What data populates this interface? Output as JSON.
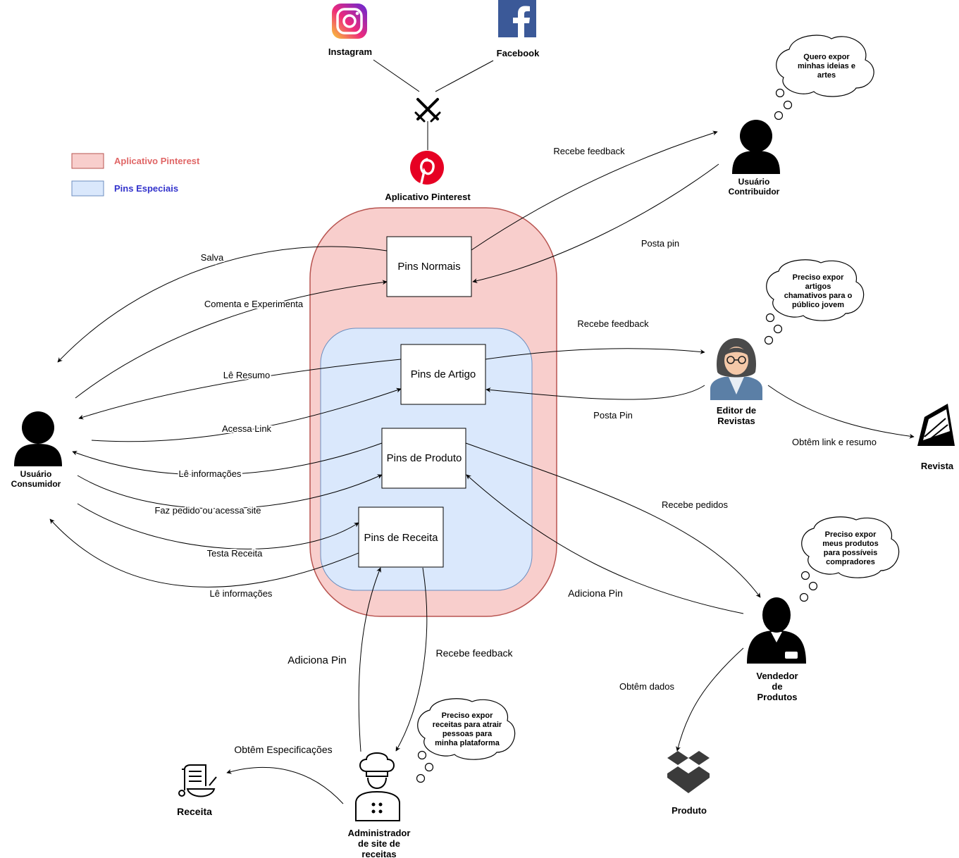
{
  "legend": {
    "app": "Aplicativo Pinterest",
    "special": "Pins Especiais",
    "app_color": "#f8cecc",
    "app_border": "#b85450",
    "app_text_color": "#e06666",
    "special_color": "#dae8fc",
    "special_border": "#6c8ebf",
    "special_text_color": "#3333cc"
  },
  "nodes": {
    "instagram": "Instagram",
    "facebook": "Facebook",
    "app": "Aplicativo Pinterest",
    "contribuidor": [
      "Usuário",
      "Contribuidor"
    ],
    "consumidor": [
      "Usuário",
      "Consumidor"
    ],
    "editor": [
      "Editor de",
      "Revistas"
    ],
    "revista": "Revista",
    "vendedor": [
      "Vendedor",
      "de",
      "Produtos"
    ],
    "produto": "Produto",
    "administrador": [
      "Administrador",
      "de site de",
      "receitas"
    ],
    "receita": "Receita"
  },
  "boxes": {
    "normais": "Pins Normais",
    "artigo": "Pins de Artigo",
    "produto": "Pins de Produto",
    "receita": "Pins de Receita"
  },
  "thoughts": {
    "contribuidor": [
      "Quero expor",
      "minhas ideias e",
      "artes"
    ],
    "editor": [
      "Preciso expor",
      "artigos",
      "chamativos para o",
      "público jovem"
    ],
    "vendedor": [
      "Preciso expor",
      "meus produtos",
      "para possíveis",
      "compradores"
    ],
    "administrador": [
      "Preciso expor",
      "receitas para atrair",
      "pessoas para",
      "minha plataforma"
    ]
  },
  "edge_labels": {
    "recebe_feedback_contrib": "Recebe feedback",
    "posta_pin_contrib": "Posta pin",
    "salva": "Salva",
    "comenta": "Comenta e Experimenta",
    "recebe_feedback_editor": "Recebe feedback",
    "posta_pin_editor": "Posta Pin",
    "obtem_link": "Obtêm link e resumo",
    "le_resumo": "Lê Resumo",
    "acessa_link": "Acessa Link",
    "le_info_produto": "Lê informações",
    "faz_pedido": "Faz pedido ou acessa site",
    "testa_receita": "Testa Receita",
    "le_info_receita": "Lê informações",
    "recebe_pedidos": "Recebe pedidos",
    "adiciona_pin_vendedor": "Adiciona Pin",
    "obtem_dados": "Obtêm dados",
    "adiciona_pin_admin": "Adiciona Pin",
    "recebe_feedback_admin": "Recebe feedback",
    "obtem_especificacoes": "Obtêm Especificações"
  }
}
